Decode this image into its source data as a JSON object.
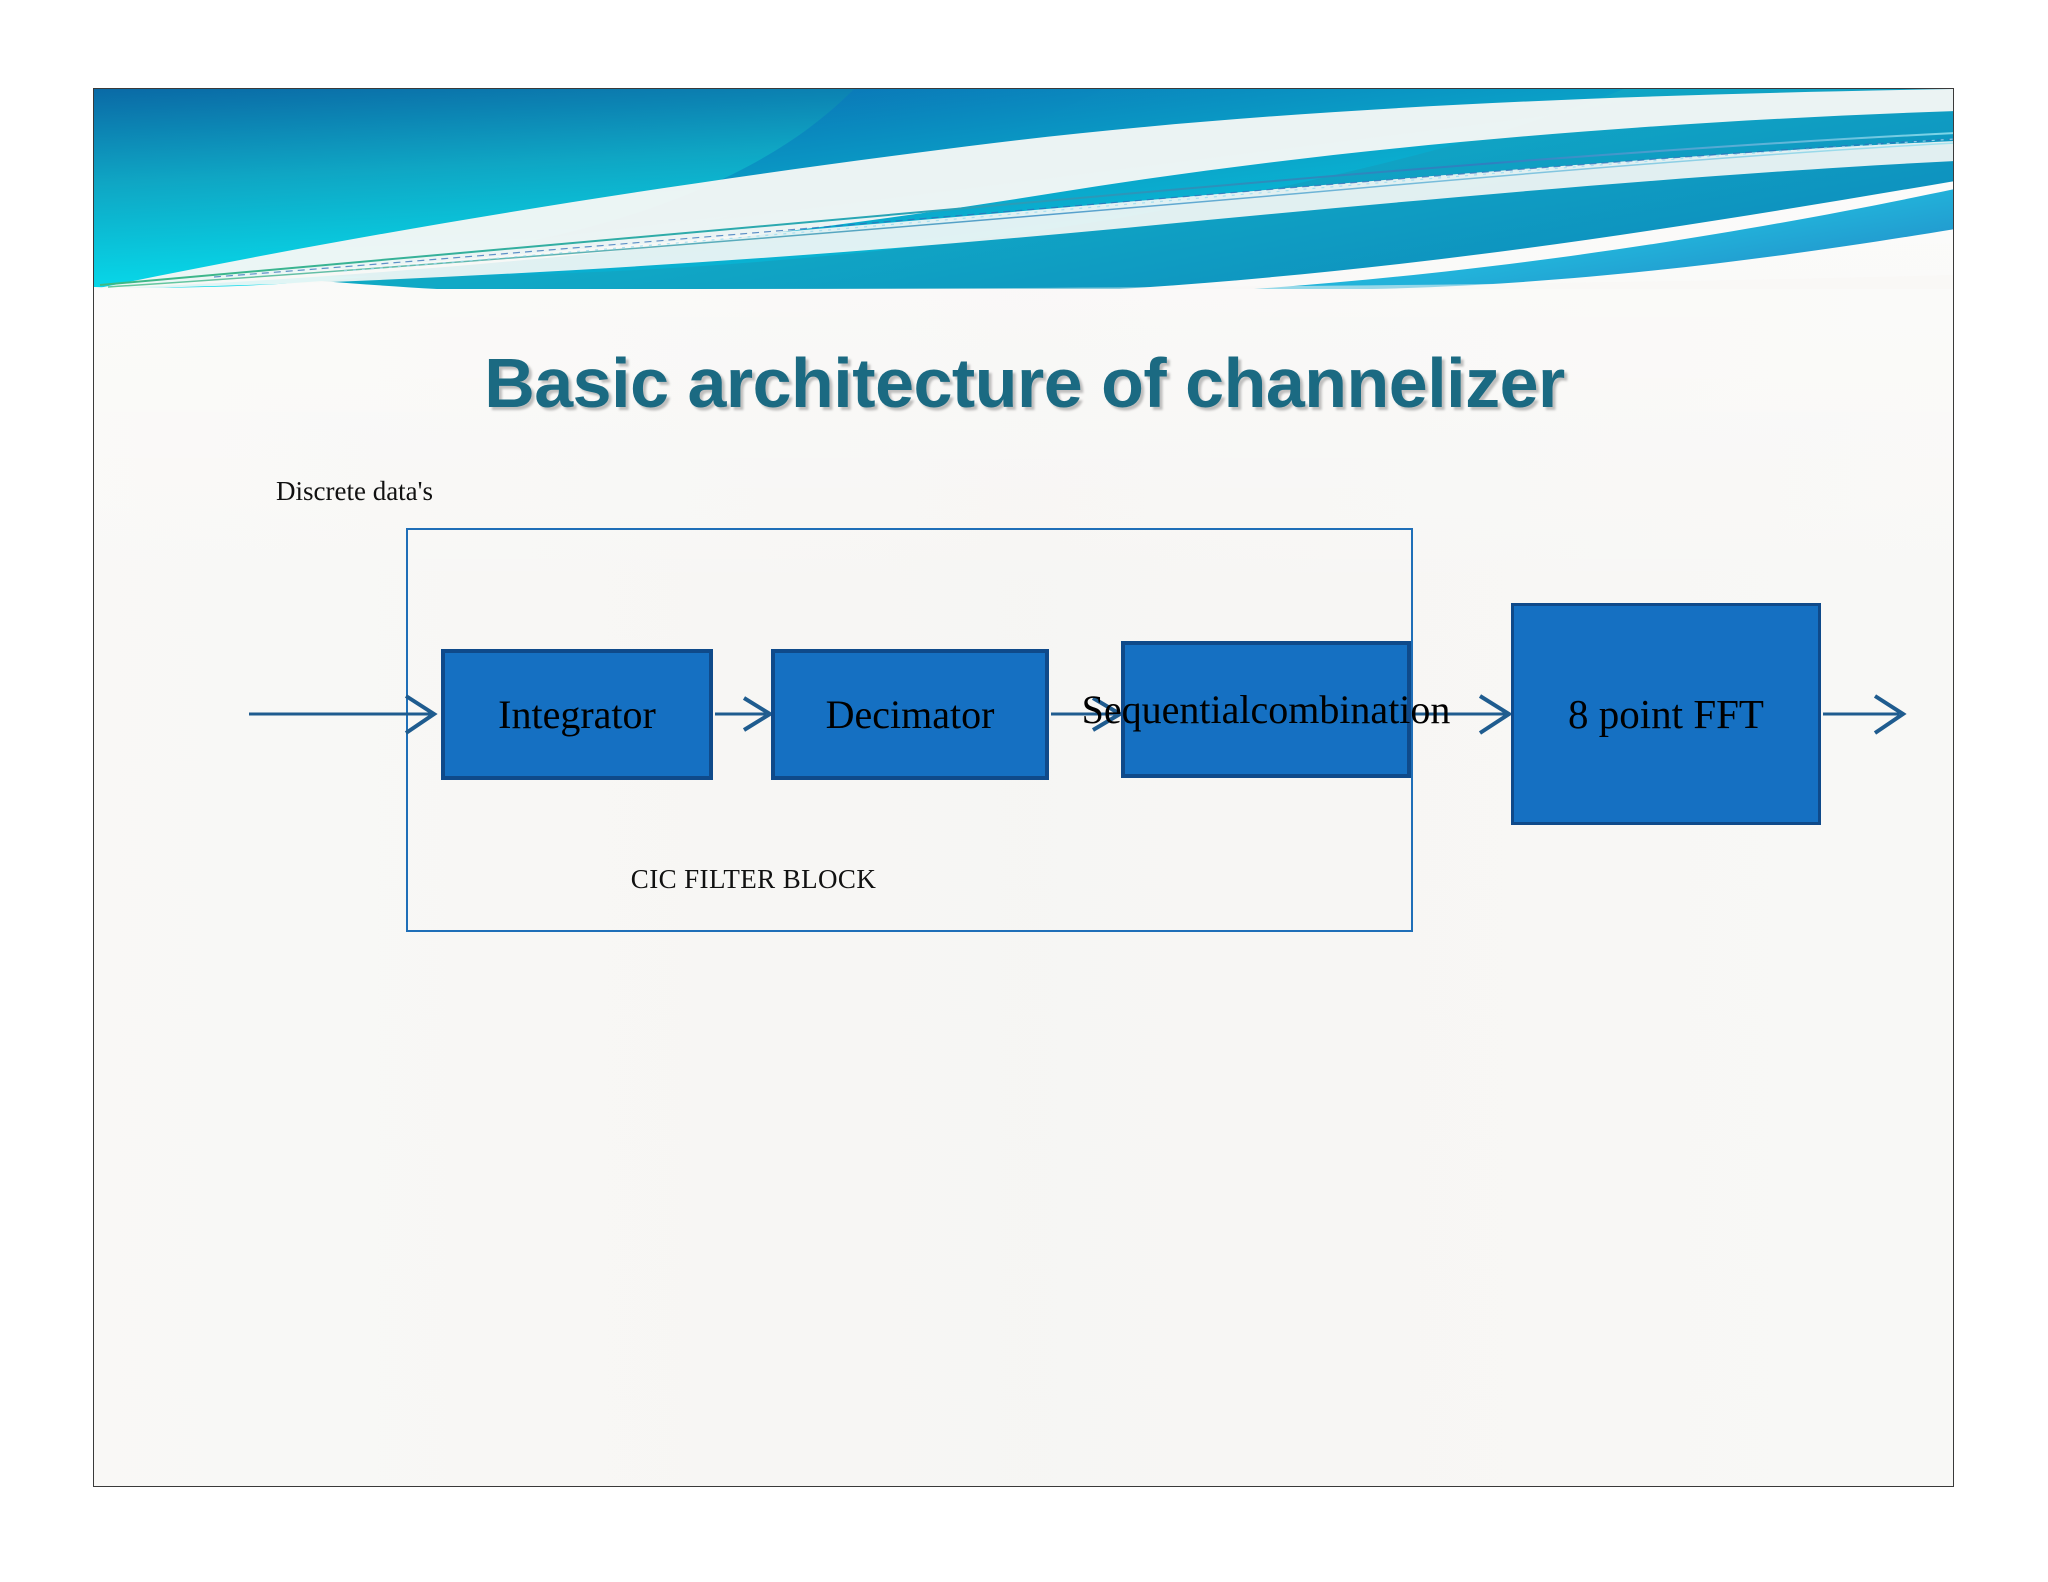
{
  "slide": {
    "title": "Basic architecture of channelizer",
    "theme_accent": "#1b6a82",
    "banner_colors": {
      "deep_blue": "#0a66a8",
      "teal": "#13a5a8",
      "cyan": "#00c6e0",
      "bright_cyan": "#08d3e8",
      "green_line": "#3fb984"
    },
    "background": "#f7f6f4",
    "border_color": "#3a3a3a"
  },
  "diagram": {
    "type": "block-diagram",
    "input_label": "Discrete data's",
    "group_label": "CIC FILTER BLOCK",
    "box_fill": "#1570c2",
    "box_border": "#0f4a8a",
    "container_border": "#1f6fb8",
    "arrow_color": "#1f5c8f",
    "blocks": [
      {
        "id": "integrator",
        "label": "Integrator",
        "in_group": true
      },
      {
        "id": "decimator",
        "label": "Decimator",
        "in_group": true
      },
      {
        "id": "sequential",
        "label": "Sequential combination",
        "line1": "Sequential",
        "line2": "combination",
        "in_group": true
      },
      {
        "id": "fft",
        "label": "8 point FFT",
        "in_group": false
      }
    ],
    "flow": [
      "Discrete data's",
      "Integrator",
      "Decimator",
      "Sequential combination",
      "8 point FFT"
    ]
  }
}
